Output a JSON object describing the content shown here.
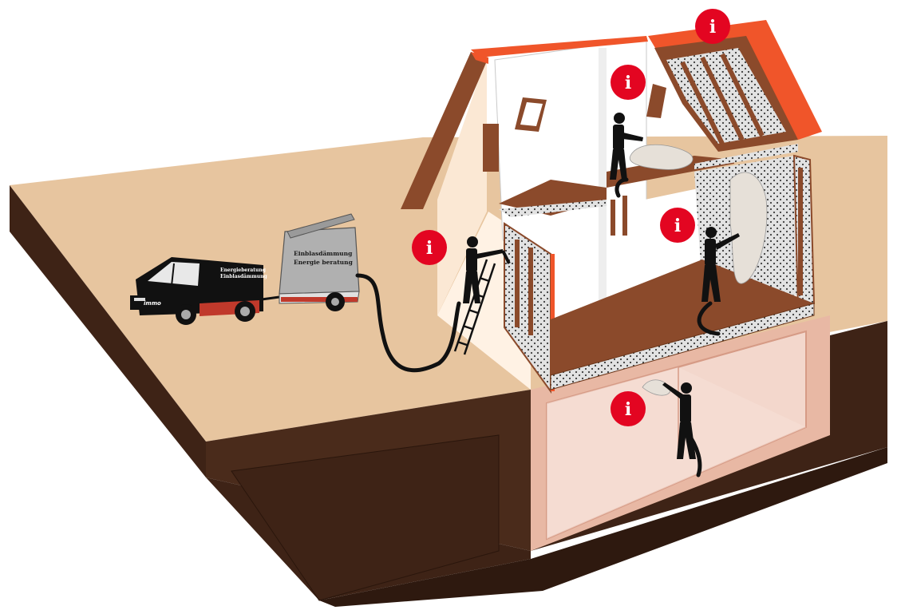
{
  "van": {
    "side_text_1": "Energieberatung",
    "side_text_2": "Einblasdämmung",
    "logo": "immo"
  },
  "trailer": {
    "label_1": "Einblasdämmung",
    "label_2": "Energie beratung"
  },
  "hotspots": [
    {
      "id": "roof",
      "icon": "info-icon",
      "letter": "i"
    },
    {
      "id": "attic-floor",
      "icon": "info-icon",
      "letter": "i"
    },
    {
      "id": "upper-wall",
      "icon": "info-icon",
      "letter": "i"
    },
    {
      "id": "exterior-wall",
      "icon": "info-icon",
      "letter": "i"
    },
    {
      "id": "basement-ceiling",
      "icon": "info-icon",
      "letter": "i"
    }
  ],
  "colors": {
    "hotspot_red": "#e30521",
    "roof_orange": "#f0552a",
    "ground": "#e7c59f",
    "soil": "#3e2316",
    "wood": "#8b4a2b",
    "insulation": "#dedede"
  }
}
